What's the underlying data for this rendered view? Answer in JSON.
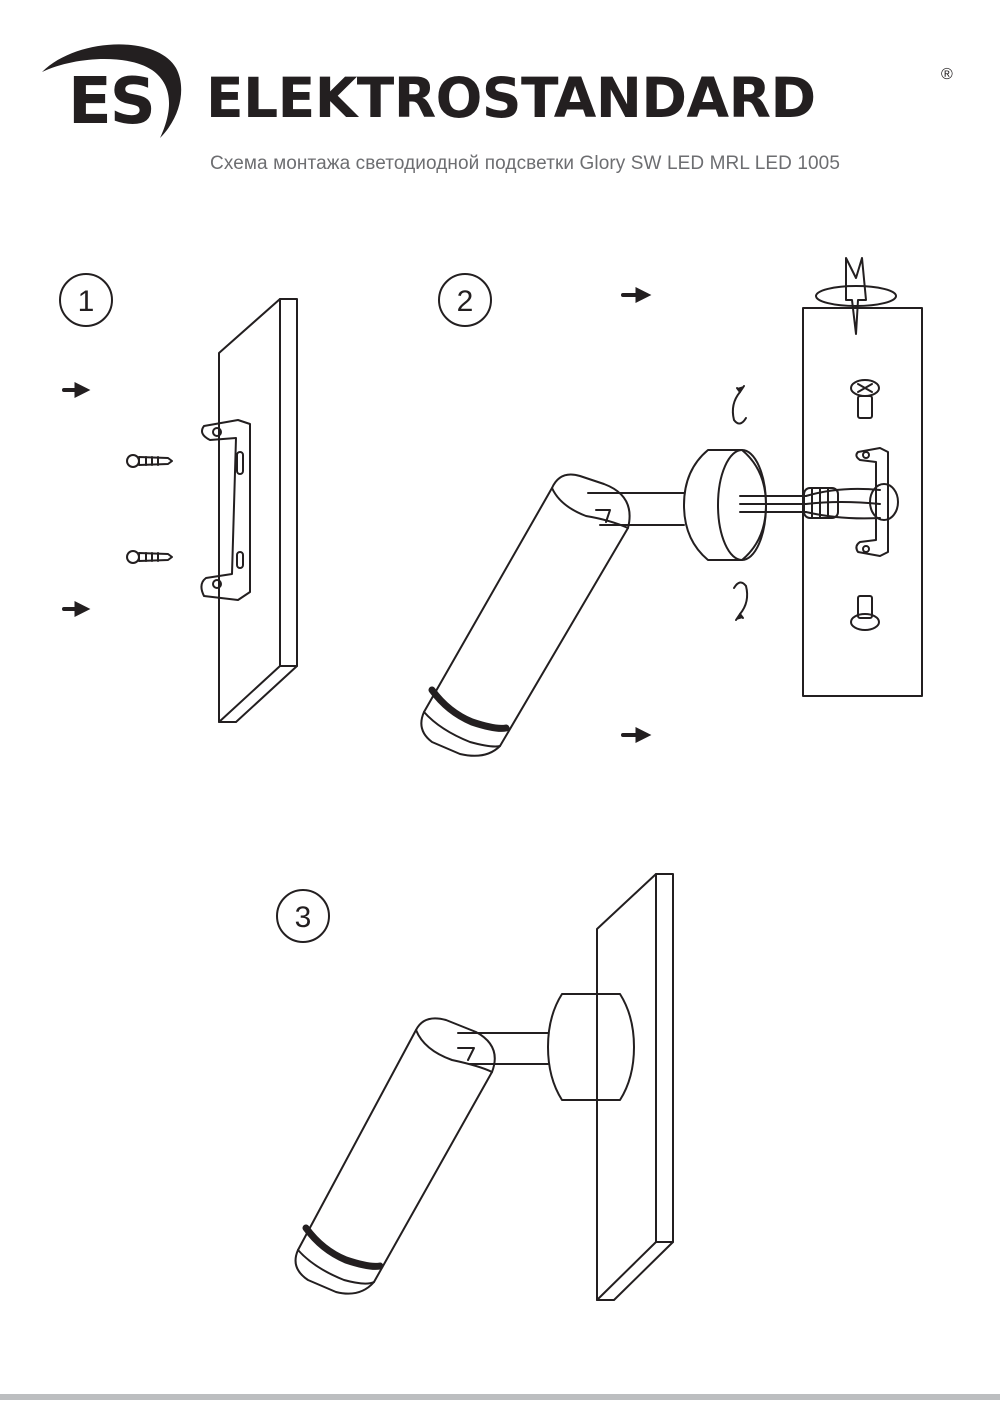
{
  "header": {
    "logo_mark": "ES",
    "brand_name": "ELEKTROSTANDARD",
    "registered_mark": "®",
    "subtitle": "Схема монтажа светодиодной подсветки Glory SW LED MRL LED 1005"
  },
  "steps": [
    {
      "number": "1"
    },
    {
      "number": "2"
    },
    {
      "number": "3"
    }
  ],
  "icons": [
    "arrow-icon",
    "screw-icon",
    "mounting-bracket-icon",
    "rotate-arrow-icon",
    "wire-connector-icon",
    "spotlight-icon",
    "wall-panel-icon"
  ],
  "colors": {
    "line": "#231f20",
    "subtitle": "#6d6e71",
    "page_rule": "#bcbec0"
  }
}
